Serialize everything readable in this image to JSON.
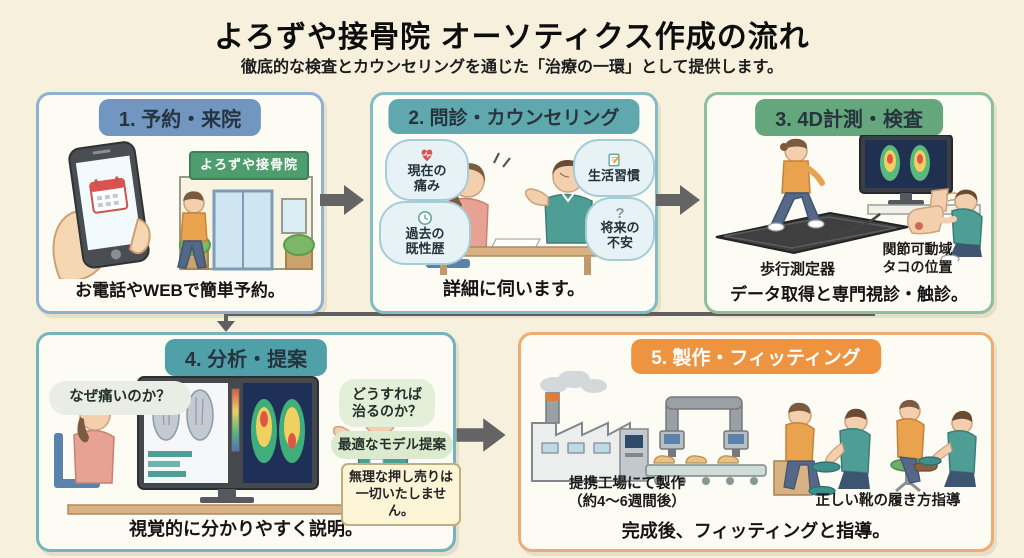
{
  "header": {
    "title": "よろずや接骨院 オーソティクス作成の流れ",
    "subtitle": "徹底的な検査とカウンセリングを通じた「治療の一環」として提供します。"
  },
  "panels": {
    "p1": {
      "title": "1. 予約・来院",
      "sign": "よろずや接骨院",
      "caption": "お電話やWEBで簡単予約。"
    },
    "p2": {
      "title": "2. 問診・カウンセリング",
      "bubble_pain": "現在の\n痛み",
      "bubble_history": "過去の\n既性歴",
      "bubble_lifestyle": "生活習慣",
      "bubble_future": "将来の\n不安",
      "caption": "詳細に伺います。"
    },
    "p3": {
      "title": "3. 4D計測・検査",
      "label_gait": "歩行測定器",
      "label_joint": "関節可動域\nタコの位置",
      "caption": "データ取得と専門視診・触診。"
    },
    "p4": {
      "title": "4. 分析・提案",
      "bubble_why": "なぜ痛いのか？",
      "bubble_how": "どうすれば\n治るのか？",
      "bubble_model": "最適なモデル提案",
      "note": "無理な押し売りは\n一切いたしません。",
      "caption": "視覚的に分かりやすく説明。"
    },
    "p5": {
      "title": "5. 製作・フィッティング",
      "label_factory": "提携工場にて製作\n（約4〜6週間後）",
      "label_guidance": "正しい靴の履き方指導",
      "caption": "完成後、フィッティングと指導。"
    }
  },
  "colors": {
    "background": "#f6f0dd",
    "panel_bg": "#fdfcf4",
    "p1_accent": "#7196c0",
    "p2_accent": "#5fa8ad",
    "p3_accent": "#64a77c",
    "p4_accent": "#4fa0a8",
    "p5_accent": "#ee9440",
    "arrow": "#5f5f5f",
    "header_text": "#27333f",
    "caption_text": "#141414",
    "sign_green": "#4e9d6e"
  }
}
